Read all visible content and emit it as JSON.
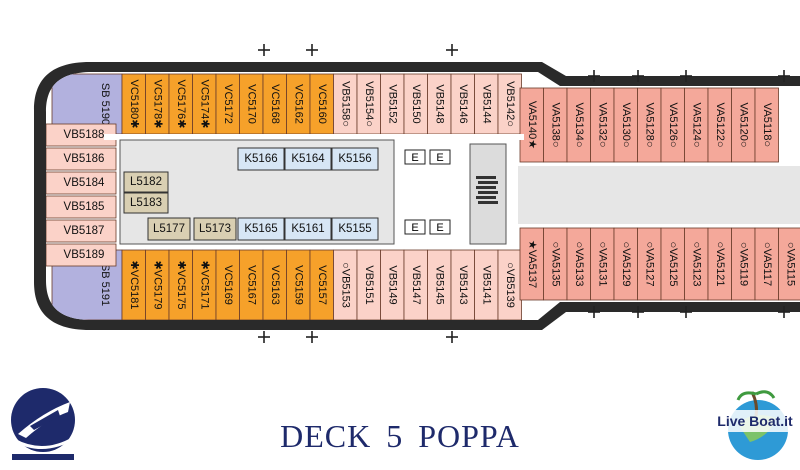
{
  "title": "DECK  5  POPPA",
  "brand_logo_text": "Live Boat.it",
  "colors": {
    "orange": "#f6a12a",
    "salmon": "#f4a89a",
    "pink": "#fbd2c8",
    "lavender": "#b2b1de",
    "tan": "#d9cfb2",
    "blue": "#d7e6f5",
    "hull": "#2a2a2a",
    "navy": "#1e2a6b"
  },
  "plus_top": [
    264,
    312,
    452,
    594,
    638,
    686,
    784
  ],
  "plus_bottom": [
    264,
    312,
    452,
    594,
    638,
    686,
    784
  ],
  "top_row": [
    {
      "label": "SB 5190",
      "color": "lavender"
    },
    {
      "label": "VC5180✱",
      "color": "orange"
    },
    {
      "label": "VC5178✱",
      "color": "orange"
    },
    {
      "label": "VC5176✱",
      "color": "orange"
    },
    {
      "label": "VC5174✱",
      "color": "orange"
    },
    {
      "label": "VC5172",
      "color": "orange"
    },
    {
      "label": "VC5170",
      "color": "orange"
    },
    {
      "label": "VC5168",
      "color": "orange"
    },
    {
      "label": "VC5162",
      "color": "orange"
    },
    {
      "label": "VC5160",
      "color": "orange"
    },
    {
      "label": "VB5158○",
      "color": "pink"
    },
    {
      "label": "VB5154○",
      "color": "pink"
    },
    {
      "label": "VB5152",
      "color": "pink"
    },
    {
      "label": "VB5150",
      "color": "pink"
    },
    {
      "label": "VB5148",
      "color": "pink"
    },
    {
      "label": "VB5146",
      "color": "pink"
    },
    {
      "label": "VB5144",
      "color": "pink"
    },
    {
      "label": "VB5142○",
      "color": "pink"
    }
  ],
  "bottom_row": [
    {
      "label": "SB 5191",
      "color": "lavender"
    },
    {
      "label": "✱VC5181",
      "color": "orange"
    },
    {
      "label": "✱VC5179",
      "color": "orange"
    },
    {
      "label": "✱VC5175",
      "color": "orange"
    },
    {
      "label": "✱VC5171",
      "color": "orange"
    },
    {
      "label": "VC5169",
      "color": "orange"
    },
    {
      "label": "VC5167",
      "color": "orange"
    },
    {
      "label": "VC5163",
      "color": "orange"
    },
    {
      "label": "VC5159",
      "color": "orange"
    },
    {
      "label": "VC5157",
      "color": "orange"
    },
    {
      "label": "○VB5153",
      "color": "pink"
    },
    {
      "label": "VB5151",
      "color": "pink"
    },
    {
      "label": "VB5149",
      "color": "pink"
    },
    {
      "label": "VB5147",
      "color": "pink"
    },
    {
      "label": "VB5145",
      "color": "pink"
    },
    {
      "label": "VB5143",
      "color": "pink"
    },
    {
      "label": "VB5141",
      "color": "pink"
    },
    {
      "label": "○VB5139",
      "color": "pink"
    }
  ],
  "aft_column": [
    "VB5188",
    "VB5186",
    "VB5184",
    "VB5185",
    "VB5187",
    "VB5189"
  ],
  "fwd_top": [
    "VA5140★",
    "VA5138○",
    "VA5134○",
    "VA5132○",
    "VA5130○",
    "VA5128○",
    "VA5126○",
    "VA5124○",
    "VA5122○",
    "VA5120○",
    "VA5118○"
  ],
  "fwd_bottom": [
    "★VA5137",
    "○VA5135",
    "○VA5133",
    "○VA5131",
    "○VA5129",
    "○VA5127",
    "○VA5125",
    "○VA5123",
    "○VA5121",
    "○VA5119",
    "○VA5117",
    "○VA5115"
  ],
  "inner_top_tan": [
    "L5182",
    "L5183"
  ],
  "inner_mid_tan": [
    "L5177",
    "L5173"
  ],
  "inner_top_blue": [
    "K5166",
    "K5164",
    "K5156"
  ],
  "inner_bottom_blue": [
    "K5165",
    "K5161",
    "K5155"
  ]
}
